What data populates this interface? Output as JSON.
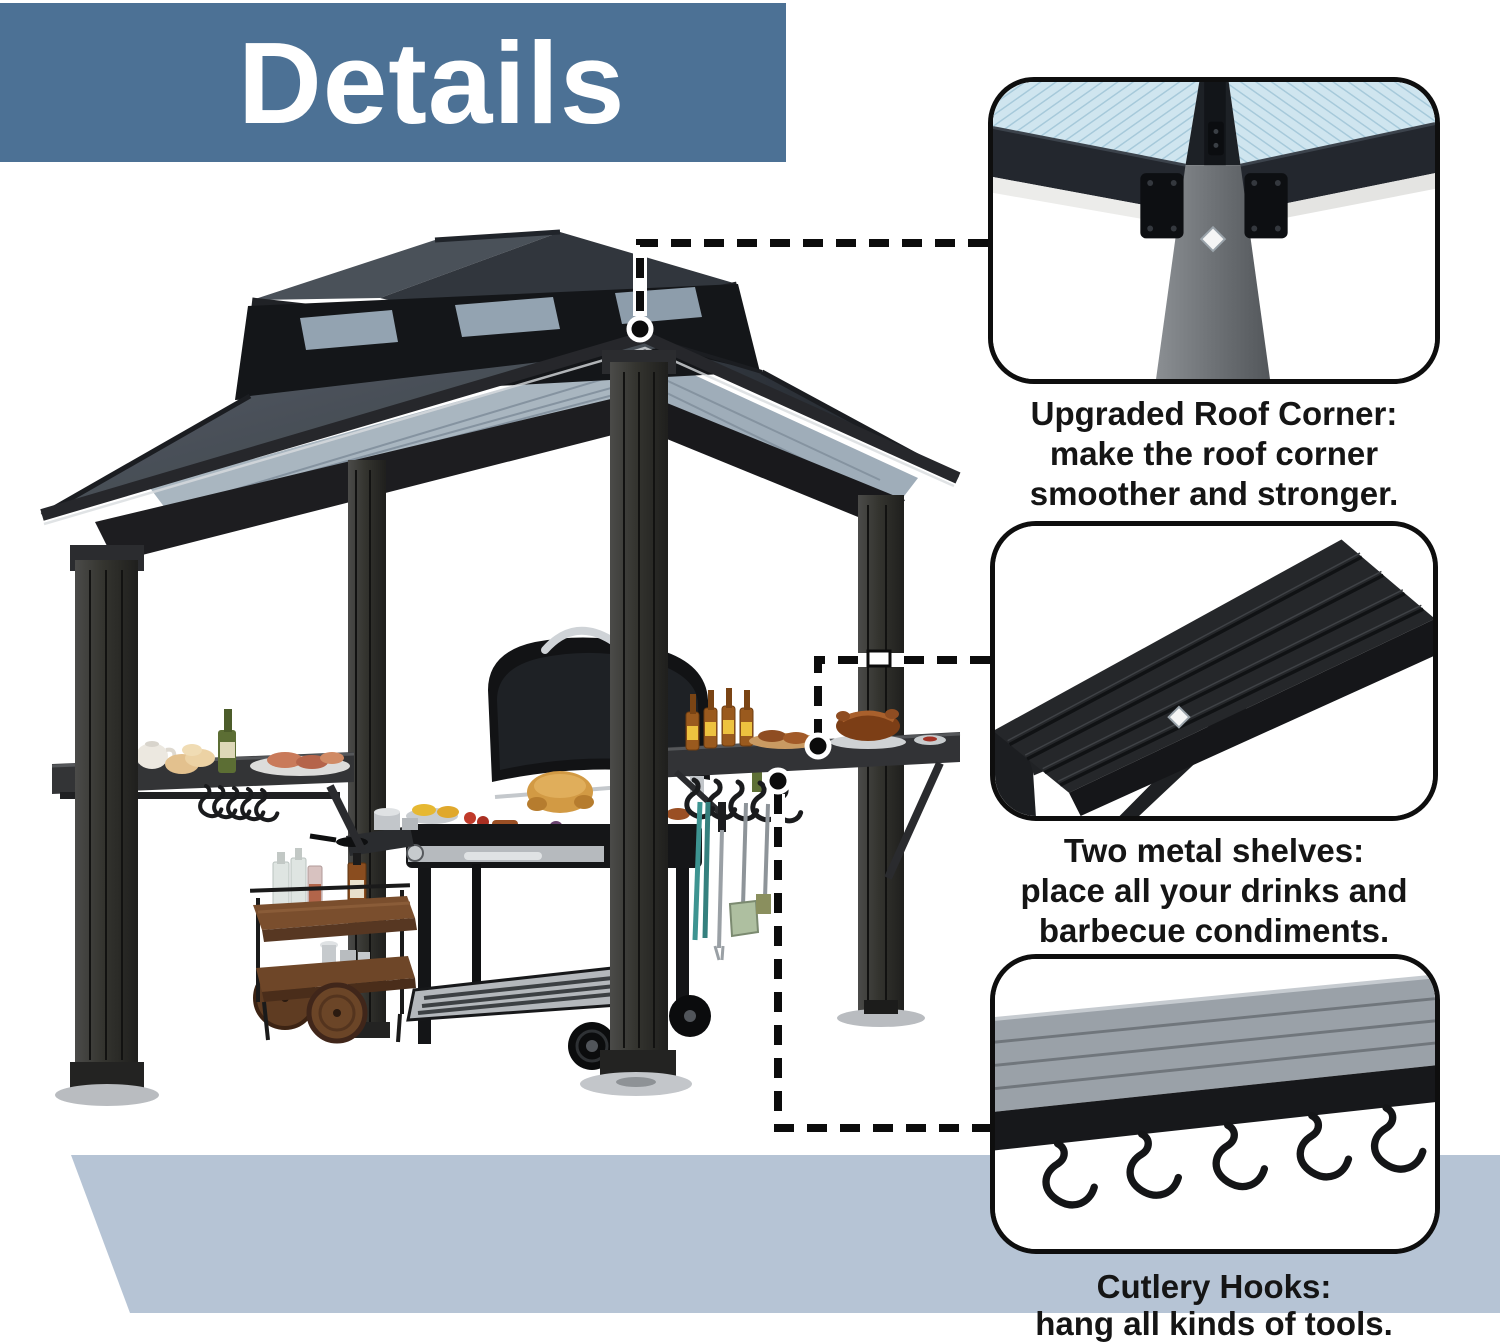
{
  "title_banner": {
    "text": "Details"
  },
  "callouts": [
    {
      "name": "roof-corner",
      "caption_lines": [
        "Upgraded Roof Corner:",
        "make the roof corner",
        "smoother and stronger."
      ]
    },
    {
      "name": "metal-shelves",
      "caption_lines": [
        "Two metal shelves:",
        "place all your drinks and",
        "barbecue condiments."
      ]
    },
    {
      "name": "cutlery-hooks",
      "caption_lines": [
        "Cutlery Hooks:",
        "hang all kinds of tools."
      ]
    }
  ],
  "colors": {
    "banner_bg": "#4c7195",
    "banner_text": "#ffffff",
    "band": "#b6c4d5",
    "callout_border": "#0e0e0e",
    "caption_text": "#151515"
  }
}
